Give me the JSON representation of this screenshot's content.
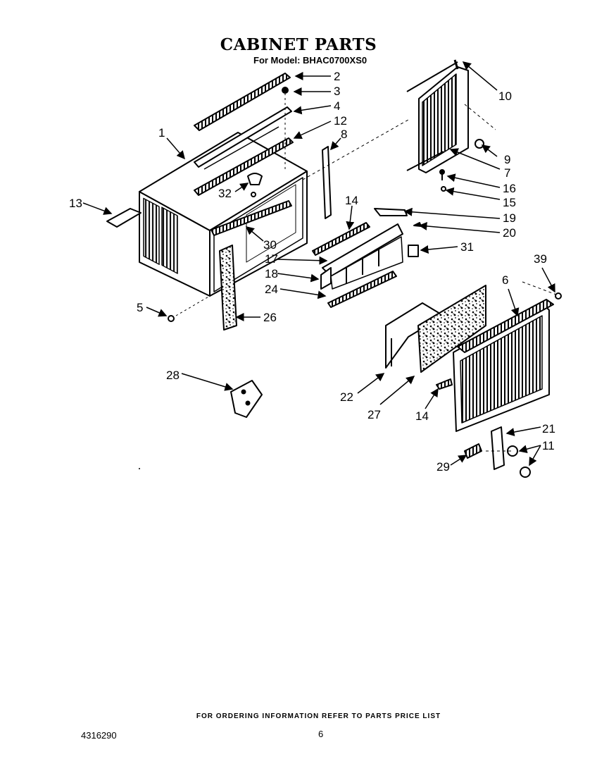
{
  "header": {
    "title": "CABINET PARTS",
    "subtitle": "For Model: BHAC0700XS0"
  },
  "parts": [
    {
      "key": "p2",
      "label": "2"
    },
    {
      "key": "p3",
      "label": "3"
    },
    {
      "key": "p4",
      "label": "4"
    },
    {
      "key": "p10",
      "label": "10"
    },
    {
      "key": "p12",
      "label": "12"
    },
    {
      "key": "p1",
      "label": "1"
    },
    {
      "key": "p8",
      "label": "8"
    },
    {
      "key": "p9",
      "label": "9"
    },
    {
      "key": "p7",
      "label": "7"
    },
    {
      "key": "p13",
      "label": "13"
    },
    {
      "key": "p32",
      "label": "32"
    },
    {
      "key": "p14a",
      "label": "14"
    },
    {
      "key": "p16",
      "label": "16"
    },
    {
      "key": "p15",
      "label": "15"
    },
    {
      "key": "p19",
      "label": "19"
    },
    {
      "key": "p20",
      "label": "20"
    },
    {
      "key": "p30",
      "label": "30"
    },
    {
      "key": "p31",
      "label": "31"
    },
    {
      "key": "p17",
      "label": "17"
    },
    {
      "key": "p18",
      "label": "18"
    },
    {
      "key": "p39",
      "label": "39"
    },
    {
      "key": "p6",
      "label": "6"
    },
    {
      "key": "p24",
      "label": "24"
    },
    {
      "key": "p5",
      "label": "5"
    },
    {
      "key": "p26",
      "label": "26"
    },
    {
      "key": "p28",
      "label": "28"
    },
    {
      "key": "p22",
      "label": "22"
    },
    {
      "key": "p27",
      "label": "27"
    },
    {
      "key": "p14b",
      "label": "14"
    },
    {
      "key": "p21",
      "label": "21"
    },
    {
      "key": "p11",
      "label": "11"
    },
    {
      "key": "p29",
      "label": "29"
    }
  ],
  "footer": {
    "ordering_note": "FOR ORDERING INFORMATION REFER TO PARTS PRICE LIST",
    "doc_number": "4316290",
    "page_number": "6"
  }
}
